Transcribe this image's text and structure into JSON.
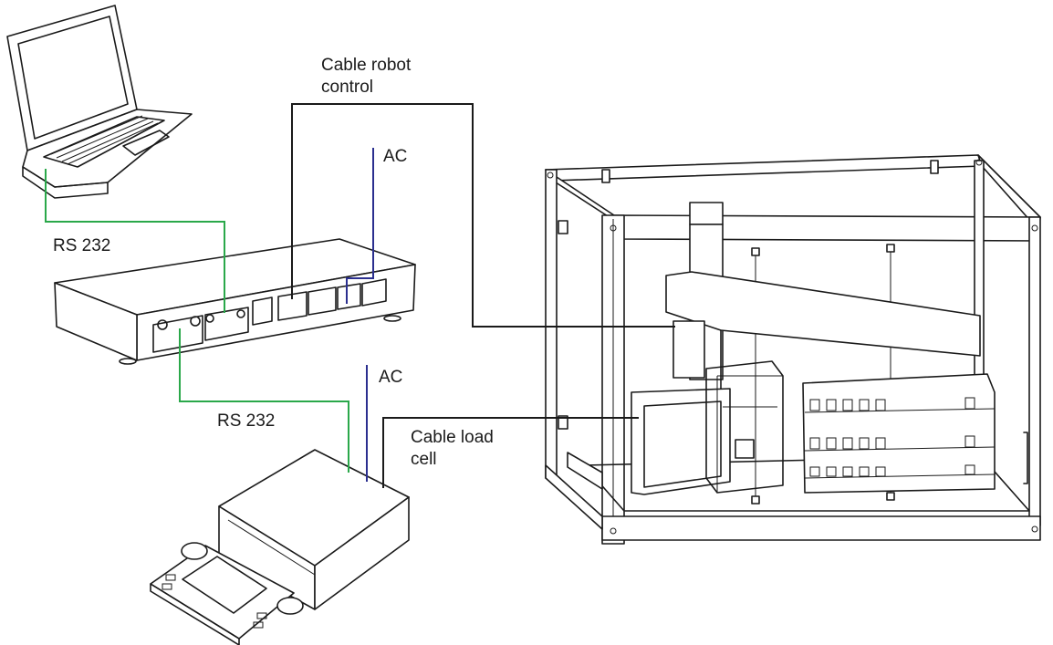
{
  "labels": {
    "cable_robot_control_line1": "Cable robot",
    "cable_robot_control_line2": "control",
    "ac_top": "AC",
    "rs232_laptop": "RS 232",
    "ac_bottom": "AC",
    "rs232_balance": "RS 232",
    "cable_load_cell_line1": "Cable load",
    "cable_load_cell_line2": "cell"
  },
  "colors": {
    "rs232_cable": "#2aa84a",
    "ac_cable": "#2b2f8f",
    "control_cable": "#1a1a1a"
  },
  "icons": {
    "laptop": "laptop-icon",
    "controller": "controller-box-icon",
    "balance": "balance-scale-icon",
    "robot": "robot-frame-icon"
  }
}
